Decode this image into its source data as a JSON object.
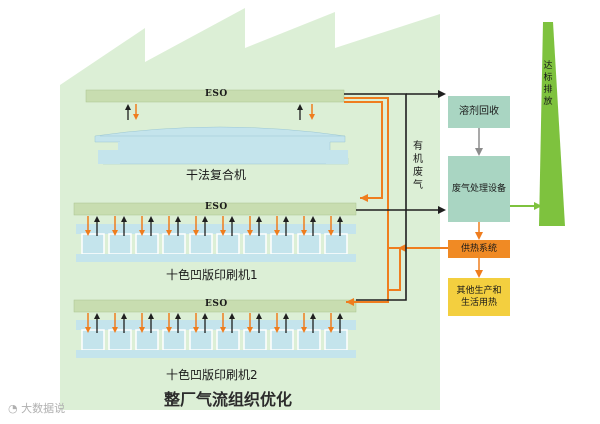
{
  "title": "整厂气流组织优化",
  "eso_label": "ESO",
  "machines": {
    "laminator": "干法复合机",
    "press1": "十色凹版印刷机1",
    "press2": "十色凹版印刷机2"
  },
  "flow_label": [
    "有",
    "机",
    "废",
    "气"
  ],
  "boxes": {
    "solvent_recovery": "溶剂回收",
    "treatment": "废气处理设备",
    "heat_system": "供热系统",
    "other_heat": [
      "其他生产和",
      "生活用热"
    ]
  },
  "stack_label": [
    "达",
    "标",
    "排",
    "放"
  ],
  "watermark": "大数据说",
  "colors": {
    "building": "#dcefd6",
    "eso_bar": "#c8ddb0",
    "machine": "#c4e4ec",
    "box_green": "#a9d5c2",
    "box_orange": "#f08a24",
    "box_yellow": "#f3cf3f",
    "stack": "#7ec23e",
    "arrow_orange": "#ef7d1e",
    "arrow_dark": "#1f1f1f",
    "arrow_gray": "#8c8c8c"
  }
}
